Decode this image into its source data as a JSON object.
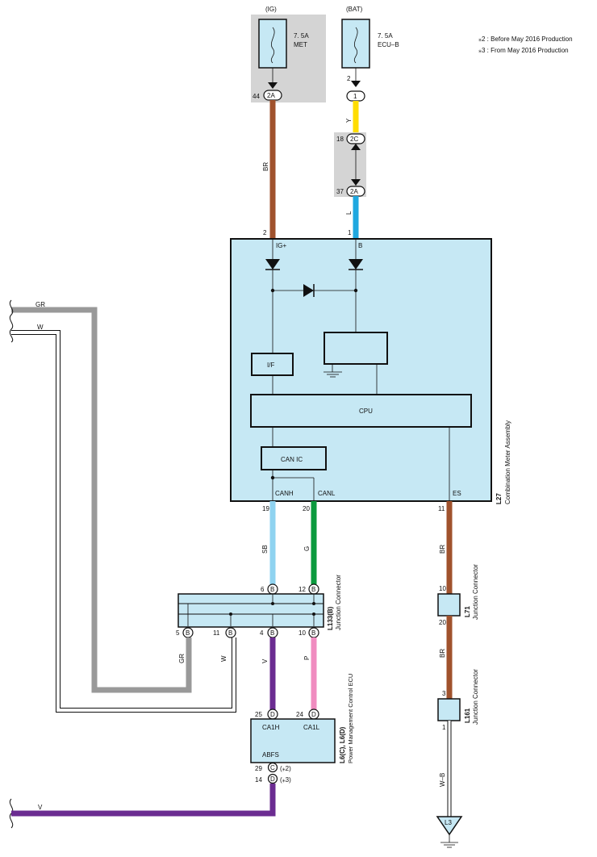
{
  "notes": [
    "⁎2 : Before May 2016 Production",
    "⁎3 : From May 2016 Production"
  ],
  "colors": {
    "brown": "#a0522d",
    "yellow": "#ffdd00",
    "blue": "#1fa8e0",
    "light_blue": "#8fd3f0",
    "green": "#0c9a3e",
    "pink": "#f08cc0",
    "purple": "#6b2c91",
    "gray": "#999999",
    "box_fill": "#c6e8f4"
  },
  "fuses": {
    "ig": {
      "source": "(IG)",
      "rating": "7. 5A",
      "name": "MET",
      "pin_num": "44",
      "connector": "2A"
    },
    "bat": {
      "source": "(BAT)",
      "rating": "7. 5A",
      "name": "ECU–B",
      "pin_num": "2",
      "connector": "1"
    }
  },
  "junction_2c": {
    "pin_num": "18",
    "connector": "2C"
  },
  "junction_2a": {
    "pin_num": "37",
    "connector": "2A"
  },
  "wires": {
    "br_top": "BR",
    "y": "Y",
    "l": "L",
    "sb": "SB",
    "g": "G",
    "br_right": "BR",
    "br_mid": "BR",
    "gr": "GR",
    "w": "W",
    "v": "V",
    "p": "P",
    "wb": "W–B",
    "gr_left": "GR",
    "w_left": "W",
    "v_bottom": "V"
  },
  "meter": {
    "id": "L27",
    "name": "Combination Meter Assembly",
    "pin_ig_num": "2",
    "pin_ig_label": "IG+",
    "pin_b_num": "1",
    "pin_b_label": "B",
    "if_label": "I/F",
    "cpu_label": "CPU",
    "can_ic_label": "CAN IC",
    "canh_label": "CANH",
    "canl_label": "CANL",
    "es_label": "ES",
    "canh_num": "19",
    "canl_num": "20",
    "es_num": "11"
  },
  "l133": {
    "id": "L133(B)",
    "name": "Junction Connector",
    "conn": "B",
    "pin6": "6",
    "pin12": "12",
    "pin5": "5",
    "pin11": "11",
    "pin4": "4",
    "pin10": "10"
  },
  "l71": {
    "id": "L71",
    "name": "Junction Connector",
    "pin_top": "10",
    "pin_bottom": "20"
  },
  "l161": {
    "id": "L161",
    "name": "Junction Connector",
    "pin_top": "3",
    "pin_bottom": "1"
  },
  "ecu": {
    "id": "L6(C), L6(D)",
    "name": "Power Management Control ECU",
    "ca1h_num": "25",
    "ca1h_conn": "D",
    "ca1h_label": "CA1H",
    "ca1l_num": "24",
    "ca1l_conn": "D",
    "ca1l_label": "CA1L",
    "abfs_label": "ABFS",
    "abfs_c_num": "29",
    "abfs_c_conn": "C",
    "abfs_c_note": "(⁎2)",
    "abfs_d_num": "14",
    "abfs_d_conn": "D",
    "abfs_d_note": "(⁎3)"
  },
  "ground": {
    "label": "L3"
  }
}
